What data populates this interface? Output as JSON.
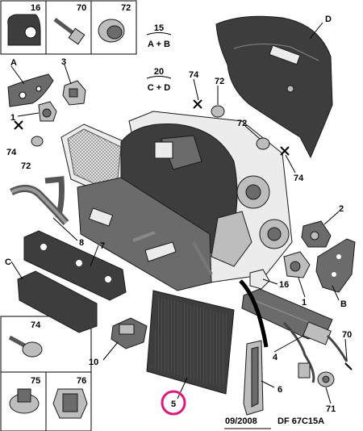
{
  "kits": {
    "k15": {
      "num": "15",
      "parts": "A + B"
    },
    "k20": {
      "num": "20",
      "parts": "C + D"
    }
  },
  "box_labels": {
    "b16": "16",
    "b70": "70",
    "b72": "72",
    "b74": "74",
    "b75": "75",
    "b76": "76"
  },
  "callouts": {
    "a": "A",
    "b": "B",
    "c": "C",
    "d": "D",
    "n1a": "1",
    "n1b": "1",
    "n2": "2",
    "n3": "3",
    "n4": "4",
    "n5": "5",
    "n6": "6",
    "n7": "7",
    "n8": "8",
    "n10": "10",
    "n16": "16",
    "n70": "70",
    "n71": "71",
    "n72a": "72",
    "n72b": "72",
    "n72c": "72",
    "n74a": "74",
    "n74b": "74",
    "n74c": "74"
  },
  "footer": {
    "date": "09/2008",
    "ref": "DF 67C15A"
  },
  "colors": {
    "highlight": "#e0197d",
    "ink": "#000000"
  }
}
